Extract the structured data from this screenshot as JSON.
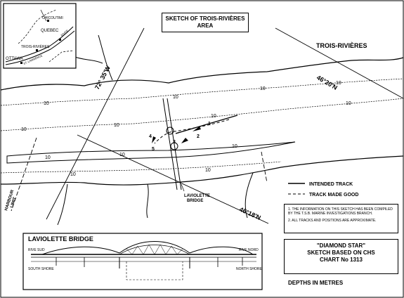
{
  "title_box": {
    "line1": "SKETCH OF TROIS-RIVIÈRES",
    "line2": "AREA"
  },
  "inset": {
    "chicoutimi": "CHICOUTIMI",
    "quebec": "QUEBEC",
    "trois_rivieres": "TROIS-RIVIÈRES",
    "ottawa": "OTTAWA",
    "st_lawrence": "ST. LAWRENCE",
    "river": "RIVER"
  },
  "map_labels": {
    "city": "TROIS-RIVIÈRES",
    "lat_north": "46°20'N",
    "lat_south": "46°18'N",
    "longitude": "72° 35'W",
    "bridge_line1": "LAVIOLETTE",
    "bridge_line2": "BRIDGE",
    "harbour_line1": "HARBOUR",
    "harbour_line2": "LIMIT",
    "depth": "10",
    "track_1": "1",
    "track_2": "2",
    "track_3": "3",
    "track_4": "4",
    "track_5": "5"
  },
  "legend": {
    "intended": "INTENDED TRACK",
    "made_good": "TRACK MADE GOOD"
  },
  "notes": {
    "note1": "1. THE INFORMATION ON THIS SKETCH HAS BEEN COMPILED BY THE T.S.B. MARINE INVESTIGATIONS BRANCH.",
    "note2": "2. ALL TRACKS AND POSITIONS ARE APPROXIMATE."
  },
  "bridge_inset": {
    "title": "LAVIOLETTE BRIDGE",
    "left_top": "RIVE SUD",
    "left_bottom": "SOUTH SHORE",
    "right_top": "RIVE NORD",
    "right_bottom": "NORTH SHORE"
  },
  "info_box": {
    "vessel": "\"DIAMOND STAR\"",
    "line2": "SKETCH BASED ON CHS",
    "line3": "CHART No  1313",
    "line4": "DEPTHS IN METRES"
  }
}
